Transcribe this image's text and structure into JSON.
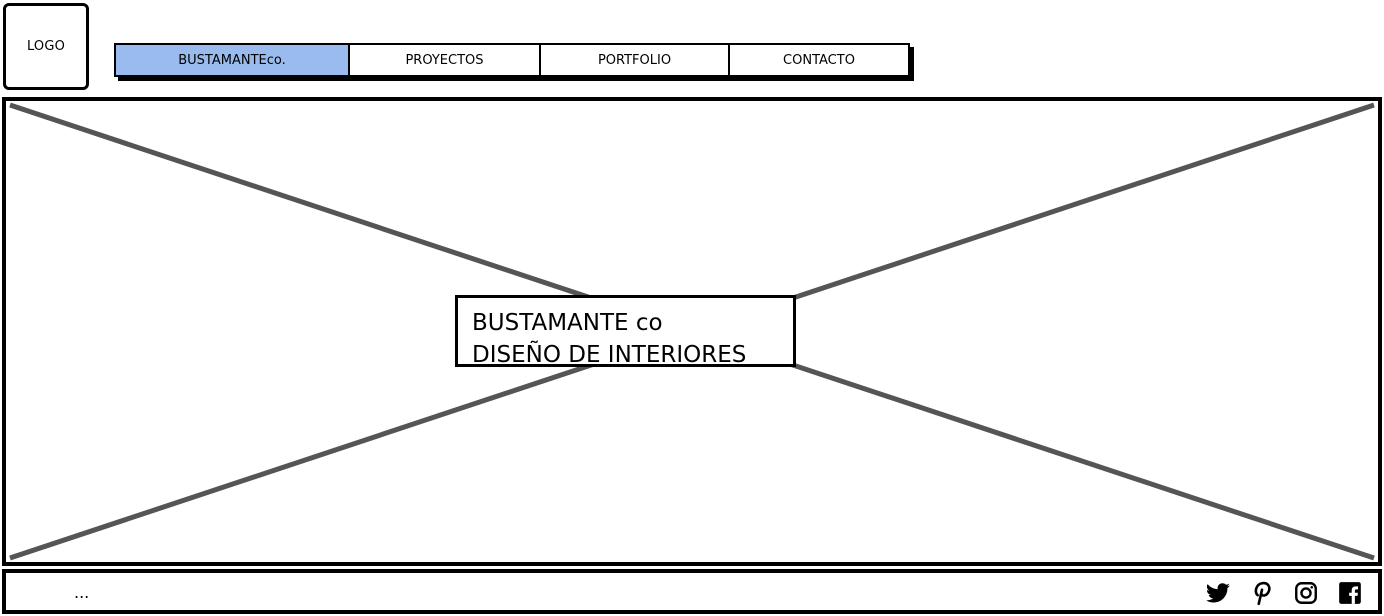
{
  "logo": {
    "label": "LOGO"
  },
  "nav": {
    "tabs": [
      {
        "label": "BUSTAMANTEco.",
        "active": true
      },
      {
        "label": "PROYECTOS",
        "active": false
      },
      {
        "label": "PORTFOLIO",
        "active": false
      },
      {
        "label": "CONTACTO",
        "active": false
      }
    ],
    "active_color": "#99bbee"
  },
  "hero": {
    "placeholder": "image",
    "title_line1": "BUSTAMANTE co",
    "title_line2": "DISEÑO DE INTERIORES"
  },
  "footer": {
    "text": "...",
    "social": [
      "twitter-icon",
      "pinterest-icon",
      "instagram-icon",
      "facebook-icon"
    ]
  }
}
